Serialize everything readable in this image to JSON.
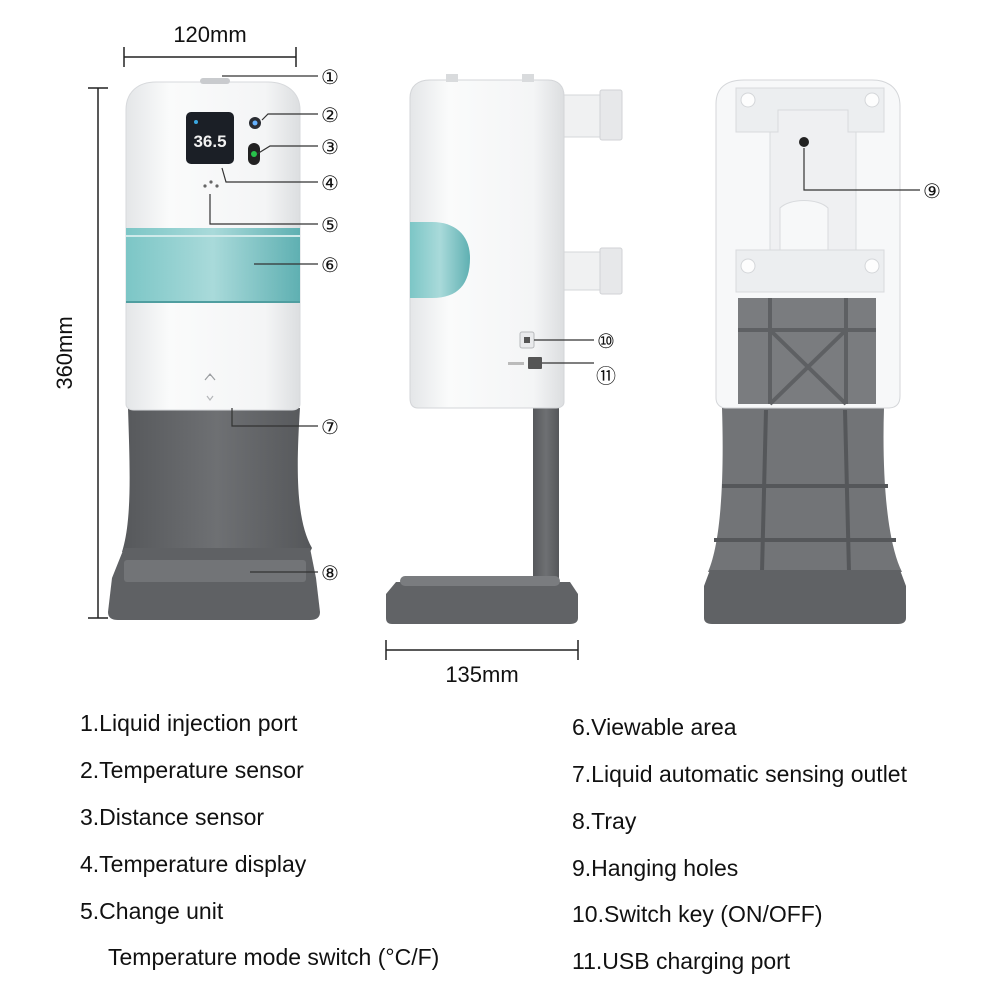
{
  "dimensions": {
    "width_front": "120mm",
    "height": "360mm",
    "depth_side": "135mm"
  },
  "display_reading": "36.5",
  "callouts": [
    "①",
    "②",
    "③",
    "④",
    "⑤",
    "⑥",
    "⑦",
    "⑧",
    "⑨",
    "⑩",
    "⑪"
  ],
  "legend": {
    "left": [
      "1.Liquid injection port",
      "2.Temperature sensor",
      "3.Distance sensor",
      "4.Temperature display",
      "5.Change unit",
      "Temperature mode switch (°C/F)"
    ],
    "right": [
      "6.Viewable area",
      "7.Liquid automatic sensing outlet",
      "8.Tray",
      "9.Hanging holes",
      "10.Switch key (ON/OFF)",
      "11.USB charging port"
    ]
  },
  "colors": {
    "body": "#f6f7f8",
    "stand": "#6a6c6f",
    "stand_dark": "#595b5e",
    "window": "#5fb8b8",
    "display": "#1b1f26"
  }
}
